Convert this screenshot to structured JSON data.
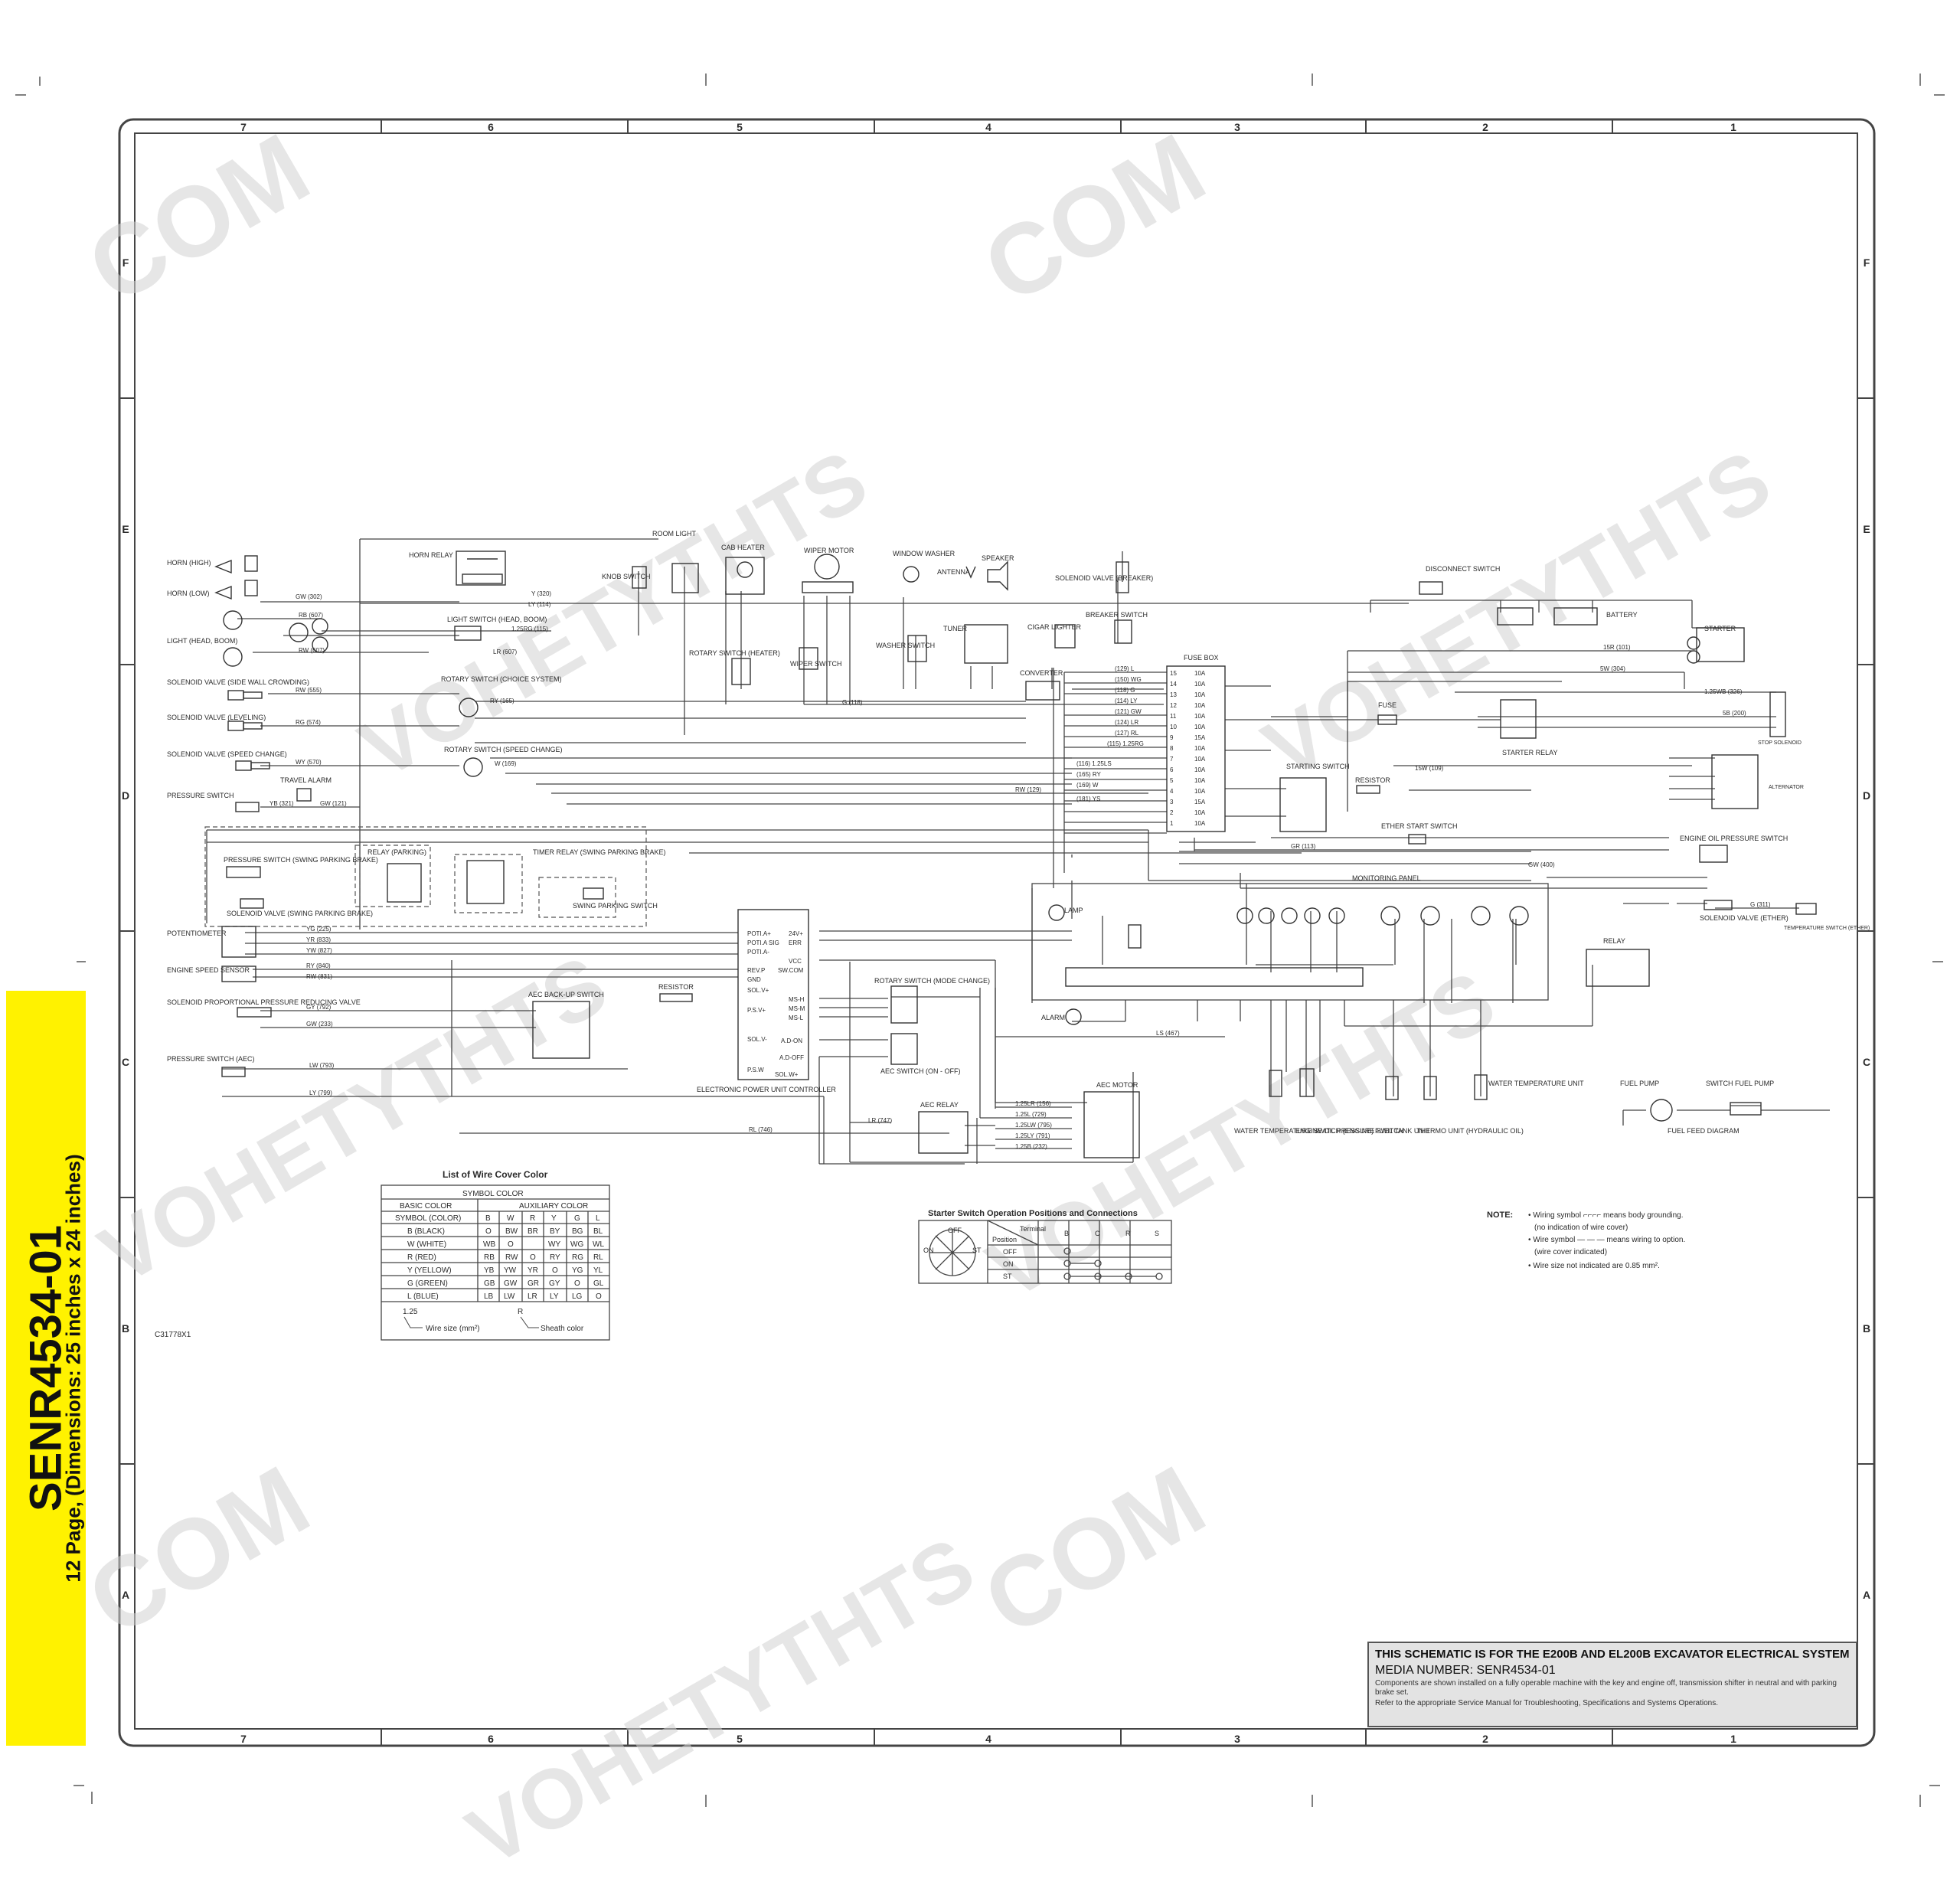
{
  "document": {
    "columns": [
      "7",
      "6",
      "5",
      "4",
      "3",
      "2",
      "1"
    ],
    "rows": [
      "F",
      "E",
      "D",
      "C",
      "B",
      "A"
    ]
  },
  "watermarks": [
    "COM",
    "VOHETYTHTS",
    "COM",
    "VOHETYTHTS",
    "VOHETYTHTS",
    "COM",
    "VOHETYTHTS",
    "COM",
    "VOHETYTHTS"
  ],
  "sidebar": {
    "media_number": "SENR4534-01",
    "page_info": "12 Page, (Dimensions: 25 inches x 24 inches)"
  },
  "components": {
    "horn_high": "HORN (HIGH)",
    "horn_low": "HORN (LOW)",
    "light": "LIGHT (HEAD, BOOM)",
    "sol_side_wall": "SOLENOID VALVE (SIDE WALL CROWDING)",
    "sol_leveling": "SOLENOID VALVE (LEVELING)",
    "sol_speed": "SOLENOID VALVE (SPEED CHANGE)",
    "pressure_switch": "PRESSURE SWITCH",
    "travel_alarm": "TRAVEL ALARM",
    "potentiometer": "POTENTIOMETER",
    "engine_speed_sensor": "ENGINE SPEED SENSOR",
    "sol_proportional": "SOLENOID PROPORTIONAL PRESSURE REDUCING VALVE",
    "pressure_switch_aec": "PRESSURE SWITCH (AEC)",
    "horn_relay": "HORN RELAY",
    "light_switch": "LIGHT SWITCH (HEAD, BOOM)",
    "rotary_choice": "ROTARY SWITCH (CHOICE SYSTEM)",
    "rotary_speed": "ROTARY SWITCH (SPEED CHANGE)",
    "knob_switch": "KNOB SWITCH",
    "room_light": "ROOM LIGHT",
    "cab_heater": "CAB HEATER",
    "wiper_motor": "WIPER MOTOR",
    "window_washer": "WINDOW WASHER",
    "antenna": "ANTENNA",
    "speaker": "SPEAKER",
    "sol_breaker": "SOLENOID VALVE (BREAKER)",
    "breaker_switch": "BREAKER SWITCH",
    "rotary_heater": "ROTARY SWITCH (HEATER)",
    "wiper_switch": "WIPER SWITCH",
    "washer_switch": "WASHER SWITCH",
    "tuner": "TUNER",
    "cigar_lighter": "CIGAR LIGHTER",
    "converter": "CONVERTER",
    "fuse_box": "FUSE BOX",
    "disconnect_switch": "DISCONNECT SWITCH",
    "battery": "BATTERY",
    "starter": "STARTER",
    "fuse": "FUSE",
    "starter_relay": "STARTER RELAY",
    "stop_solenoid": "STOP SOLENOID",
    "starting_switch": "STARTING SWITCH",
    "resistor": "RESISTOR",
    "alternator": "ALTERNATOR",
    "ether_start": "ETHER START SWITCH",
    "engine_oil_pressure": "ENGINE OIL PRESSURE SWITCH",
    "sol_ether": "SOLENOID VALVE (ETHER)",
    "temp_switch_ether": "TEMPERATURE SWITCH (ETHER)",
    "pressure_swing": "PRESSURE SWITCH (SWING PARKING BRAKE)",
    "relay_parking": "RELAY (PARKING)",
    "timer_relay": "TIMER RELAY (SWING PARKING BRAKE)",
    "sol_swing": "SOLENOID VALVE (SWING PARKING BRAKE)",
    "swing_parking_switch": "SWING PARKING SWITCH",
    "monitoring_panel": "MONITORING PANEL",
    "lamp": "LAMP",
    "alarm": "ALARM",
    "relay": "RELAY",
    "aec_backup": "AEC BACK-UP SWITCH",
    "resistor2": "RESISTOR",
    "epc": "ELECTRONIC POWER UNIT CONTROLLER",
    "rotary_mode": "ROTARY SWITCH (MODE CHANGE)",
    "aec_switch": "AEC SWITCH (ON - OFF)",
    "aec_relay": "AEC RELAY",
    "aec_motor": "AEC MOTOR",
    "water_temp_switch": "WATER TEMPERATURE SWITCH (ENGINE)",
    "engine_oil_pressure2": "ENGINE OIL PRESSURE SWITCH",
    "fuel_tank_unit": "FUEL TANK UNIT",
    "thermo_unit": "THERMO UNIT (HYDRAULIC OIL)",
    "water_temp_unit": "WATER TEMPERATURE UNIT",
    "fuel_pump": "FUEL PUMP",
    "switch_fuel_pump": "SWITCH FUEL PUMP",
    "fuel_feed": "FUEL FEED DIAGRAM"
  },
  "wire_labels": [
    "GW (302)",
    "Y (320)",
    "LY (114)",
    "RB (607)",
    "RW (607)",
    "LR (607)",
    "1.25RG (115)",
    "RW (555)",
    "RG (574)",
    "WY (570)",
    "YB (321)",
    "GW (121)",
    "RY (165)",
    "W (169)",
    "YG (225)",
    "YR (833)",
    "YW (827)",
    "RY (840)",
    "RW (831)",
    "GY (792)",
    "GW (233)",
    "LW (793)",
    "LY (799)",
    "RL (746)",
    "LR (747)",
    "G (118)",
    "RW (129)",
    "15W (109)",
    "5W (304)",
    "5B (200)",
    "1.25WB (326)",
    "15R (101)",
    "GR (113)",
    "GW (400)",
    "G (311)",
    "LS (467)",
    "1.25LR (156)",
    "1.25L (729)",
    "1.25LW (795)",
    "1.25LY (791)",
    "1.25B (232)"
  ],
  "fuse_rows": [
    "(129) L",
    "(150) WG",
    "(118) G",
    "(114) LY",
    "(121) GW",
    "(124) LR",
    "(127) RL",
    "(115) 1.25RG",
    "(116) 1.25LS",
    "(165) RY",
    "(169) W",
    "(181) YS"
  ],
  "fuse_numbers": [
    "15",
    "14",
    "13",
    "12",
    "11",
    "10",
    "9",
    "8",
    "7",
    "6",
    "5",
    "4",
    "3",
    "2",
    "1"
  ],
  "fuse_ratings": [
    "10A",
    "10A",
    "10A",
    "10A",
    "10A",
    "10A",
    "15A",
    "10A",
    "10A",
    "10A",
    "10A",
    "10A",
    "15A",
    "10A",
    "10A"
  ],
  "epc_pins": [
    "POTI.A+",
    "POTI.A SIG",
    "POTI.A-",
    "REV.P",
    "GND",
    "SOL.V+",
    "P.S.V+",
    "SOL.V-",
    "P.S.W",
    "24V+",
    "ERR",
    "VCC",
    "SW.COM",
    "MS-H",
    "MS-M",
    "MS-L",
    "A.D-ON",
    "A.D-OFF",
    "SOL.W+"
  ],
  "wire_cover_table": {
    "title": "List of Wire Cover Color",
    "symbol_color": "SYMBOL  COLOR",
    "basic_color": "BASIC  COLOR",
    "auxiliary_color": "AUXILIARY  COLOR",
    "header": [
      "SYMBOL  (COLOR)",
      "B",
      "W",
      "R",
      "Y",
      "G",
      "L"
    ],
    "rows": [
      [
        "B     (BLACK)",
        "O",
        "BW",
        "BR",
        "BY",
        "BG",
        "BL"
      ],
      [
        "W     (WHITE)",
        "WB",
        "O",
        "",
        "WY",
        "WG",
        "WL"
      ],
      [
        "R     (RED)",
        "RB",
        "RW",
        "O",
        "RY",
        "RG",
        "RL"
      ],
      [
        "Y     (YELLOW)",
        "YB",
        "YW",
        "YR",
        "O",
        "YG",
        "YL"
      ],
      [
        "G     (GREEN)",
        "GB",
        "GW",
        "GR",
        "GY",
        "O",
        "GL"
      ],
      [
        "L     (BLUE)",
        "LB",
        "LW",
        "LR",
        "LY",
        "LG",
        "O"
      ]
    ],
    "size_example": "1.25",
    "sheath_example": "R",
    "wire_size": "Wire size (mm²)",
    "sheath_color": "Sheath color"
  },
  "drawing_no": "C31778X1",
  "starter_table": {
    "title": "Starter Switch Operation Positions and Connections",
    "dial": [
      "OFF",
      "ON",
      "ST"
    ],
    "terminal": "Terminal",
    "position": "Position",
    "cols": [
      "B",
      "C",
      "R",
      "S"
    ],
    "rows": [
      "OFF",
      "ON",
      "ST"
    ]
  },
  "notes": {
    "label": "NOTE:",
    "lines": [
      "• Wiring symbol  ⌐⌐⌐⌐  means body grounding.",
      "(no indication of wire cover)",
      "• Wire symbol  — — —  means wiring to option.",
      "(wire cover indicated)",
      "• Wire size not indicated are 0.85 mm²."
    ]
  },
  "title_block": {
    "heading": "THIS SCHEMATIC IS FOR THE E200B AND EL200B EXCAVATOR ELECTRICAL SYSTEM",
    "media": "MEDIA NUMBER: SENR4534-01",
    "note1": "Components are shown installed on a fully operable machine with the key and engine off, transmission shifter in neutral and with parking brake set.",
    "note2": "Refer to the appropriate Service Manual for Troubleshooting, Specifications and Systems Operations."
  }
}
